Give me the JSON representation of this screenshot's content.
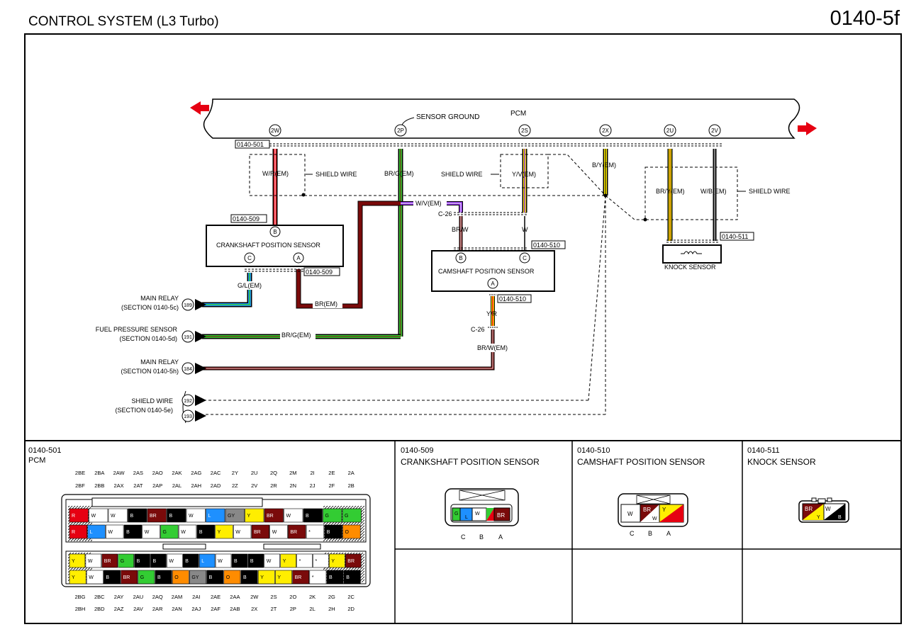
{
  "header": {
    "title": "CONTROL SYSTEM (L3 Turbo)",
    "page_code": "0140-5f"
  },
  "pcm": {
    "label": "PCM",
    "sensor_ground": "SENSOR GROUND",
    "pins": [
      "2W",
      "2P",
      "2S",
      "2X",
      "2U",
      "2V"
    ]
  },
  "refs": {
    "r501": "0140-501",
    "r509a": "0140-509",
    "r509b": "0140-509",
    "r510a": "0140-510",
    "r510b": "0140-510",
    "r511": "0140-511"
  },
  "wires": {
    "w_r": "W/R(EM)",
    "br_g": "BR/G(EM)",
    "y_v": "Y/V(EM)",
    "b_y": "B/Y(EM)",
    "br_y": "BR/Y(EM)",
    "w_b": "W/B(EM)",
    "w_v": "W/V(EM)",
    "br_w": "BR/W",
    "w": "W",
    "g_l": "G/L(EM)",
    "br": "BR(EM)",
    "y_r": "Y/R",
    "br_w_em": "BR/W(EM)",
    "br_g2": "BR/G(EM)"
  },
  "shield": {
    "a": "SHIELD WIRE",
    "b": "SHIELD WIRE",
    "c": "SHIELD WIRE"
  },
  "connectors": {
    "c26a": "C-26",
    "c26b": "C-26"
  },
  "components": {
    "crank": {
      "name": "CRANKSHAFT POSITION SENSOR",
      "pins": [
        "B",
        "C",
        "A"
      ]
    },
    "cam": {
      "name": "CAMSHAFT POSITION SENSOR",
      "pins": [
        "B",
        "C",
        "A"
      ]
    },
    "knock": {
      "name": "KNOCK SENSOR"
    }
  },
  "destinations": [
    {
      "num": "189",
      "line1": "MAIN RELAY",
      "line2": "(SECTION 0140-5c)"
    },
    {
      "num": "191",
      "line1": "FUEL PRESSURE SENSOR",
      "line2": "(SECTION 0140-5d)"
    },
    {
      "num": "184",
      "line1": "MAIN RELAY",
      "line2": "(SECTION 0140-5h)"
    },
    {
      "num": "192",
      "line1": "SHIELD WIRE",
      "line2": "(SECTION 0140-5e)"
    },
    {
      "num": "193",
      "line1": "",
      "line2": ""
    }
  ],
  "panels": {
    "p501": {
      "code": "0140-501",
      "name": "PCM"
    },
    "p509": {
      "code": "0140-509",
      "name": "CRANKSHAFT POSITION SENSOR"
    },
    "p510": {
      "code": "0140-510",
      "name": "CAMSHAFT POSITION SENSOR"
    },
    "p511": {
      "code": "0140-511",
      "name": "KNOCK SENSOR"
    }
  },
  "pcm_connector": {
    "top_row1": [
      "2BE",
      "2BA",
      "2AW",
      "2AS",
      "2AO",
      "2AK",
      "2AG",
      "2AC",
      "2Y",
      "2U",
      "2Q",
      "2M",
      "2I",
      "2E",
      "2A"
    ],
    "top_row2": [
      "2BF",
      "2BB",
      "2AX",
      "2AT",
      "2AP",
      "2AL",
      "2AH",
      "2AD",
      "2Z",
      "2V",
      "2R",
      "2N",
      "2J",
      "2F",
      "2B"
    ],
    "bot_row1": [
      "2BG",
      "2BC",
      "2AY",
      "2AU",
      "2AQ",
      "2AM",
      "2AI",
      "2AE",
      "2AA",
      "2W",
      "2S",
      "2O",
      "2K",
      "2G",
      "2C"
    ],
    "bot_row2": [
      "2BH",
      "2BD",
      "2AZ",
      "2AV",
      "2AR",
      "2AN",
      "2AJ",
      "2AF",
      "2AB",
      "2X",
      "2T",
      "2P",
      "2L",
      "2H",
      "2D"
    ],
    "pin_codes": {
      "p1": [
        "R",
        "W",
        "W",
        "B",
        "BR",
        "B",
        "W",
        "L",
        "GY",
        "Y",
        "BR",
        "W",
        "B",
        "G",
        "G"
      ],
      "p2": [
        "R",
        "L",
        "W",
        "B",
        "W",
        "G",
        "W",
        "B",
        "Y",
        "W",
        "BR",
        "W",
        "BR",
        "*",
        "B",
        "O"
      ],
      "p3": [
        "Y",
        "W",
        "BR",
        "G",
        "B",
        "B",
        "W",
        "B",
        "L",
        "W",
        "B",
        "B",
        "W",
        "Y",
        "*",
        "*",
        "Y",
        "BR"
      ],
      "p4": [
        "Y",
        "W",
        "B",
        "BR",
        "G",
        "B",
        "O",
        "GY",
        "B",
        "O",
        "B",
        "Y",
        "Y",
        "BR",
        "*",
        "B",
        "B"
      ]
    }
  },
  "mini_connectors": {
    "crank": {
      "pins": [
        "G",
        "L",
        "W",
        "G",
        "BR"
      ],
      "letters": [
        "C",
        "B",
        "A"
      ]
    },
    "cam": {
      "pins": [
        "W",
        "BR",
        "W",
        "Y",
        "R"
      ],
      "letters": [
        "C",
        "B",
        "A"
      ]
    },
    "knock": {
      "pins": [
        "BR",
        "Y",
        "W",
        "B"
      ]
    }
  },
  "colors": {
    "red": "#e60012",
    "green": "#33cc33",
    "yellow": "#ffee00",
    "maroon": "#7a0a0a",
    "purple": "#8a2be2",
    "blue": "#1e90ff"
  }
}
